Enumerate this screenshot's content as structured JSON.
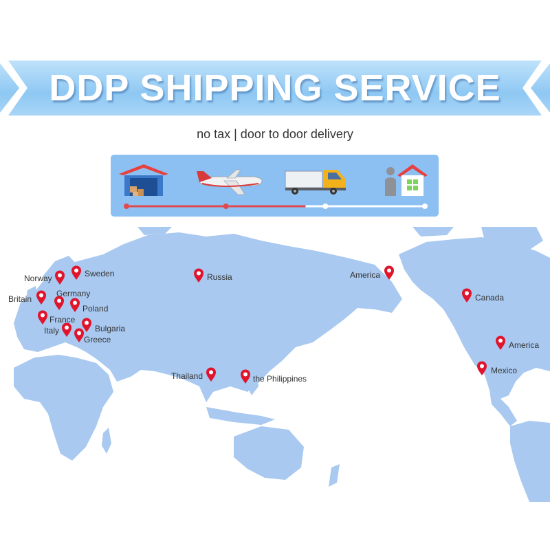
{
  "banner": {
    "title": "DDP SHIPPING SERVICE",
    "gradient_colors": [
      "#bfe2fb",
      "#8ec8f3"
    ]
  },
  "subtitle": "no tax | door to door delivery",
  "process": {
    "steps": [
      {
        "icon": "warehouse-icon"
      },
      {
        "icon": "airplane-icon"
      },
      {
        "icon": "truck-icon"
      },
      {
        "icon": "home-delivery-icon"
      }
    ],
    "progress_fraction": 0.6,
    "progress_color": "#e04a4f",
    "track_color": "#ffffff",
    "panel_color": "#8cc0f2"
  },
  "map": {
    "land_color": "#a9c9f0",
    "pin_color": "#e0142c",
    "locations": [
      {
        "name": "Norway"
      },
      {
        "name": "Sweden"
      },
      {
        "name": "Britain"
      },
      {
        "name": "Germany"
      },
      {
        "name": "Poland"
      },
      {
        "name": "France"
      },
      {
        "name": "Bulgaria"
      },
      {
        "name": "Italy"
      },
      {
        "name": "Greece"
      },
      {
        "name": "Russia"
      },
      {
        "name": "America"
      },
      {
        "name": "Canada"
      },
      {
        "name": "America"
      },
      {
        "name": "Mexico"
      },
      {
        "name": "Thailand"
      },
      {
        "name": "the Philippines"
      }
    ]
  }
}
